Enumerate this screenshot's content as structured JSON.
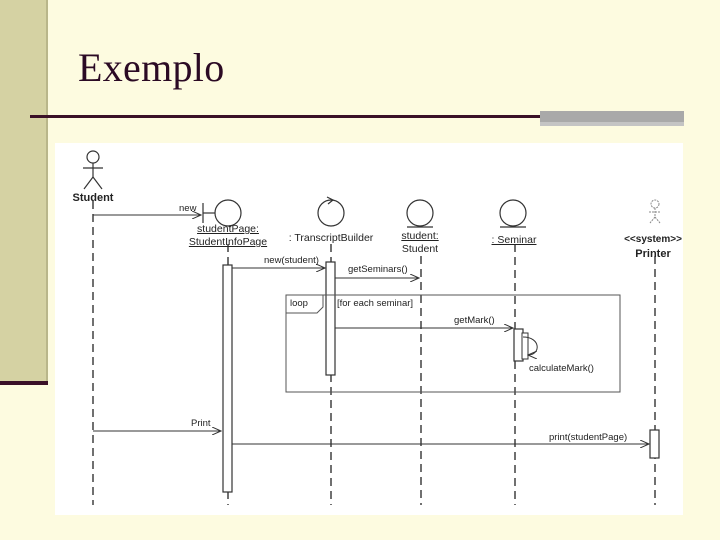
{
  "slide": {
    "title": "Exemplo"
  },
  "diagram": {
    "participants": {
      "student": "Student",
      "student_page_1": "studentPage:",
      "student_page_2": "StudentInfoPage",
      "transcript_builder": ": TranscriptBuilder",
      "student_obj_1": "student:",
      "student_obj_2": "Student",
      "seminar": ": Seminar",
      "printer_1": "<<system>>",
      "printer_2": "Printer"
    },
    "messages": {
      "new": "new",
      "new_student": "new(student)",
      "get_seminars": "getSeminars()",
      "get_mark": "getMark()",
      "calculate_mark": "calculateMark()",
      "print": "Print",
      "print_student_page": "print(studentPage)"
    },
    "fragment": {
      "operator": "loop",
      "guard": "[for each seminar]"
    }
  }
}
